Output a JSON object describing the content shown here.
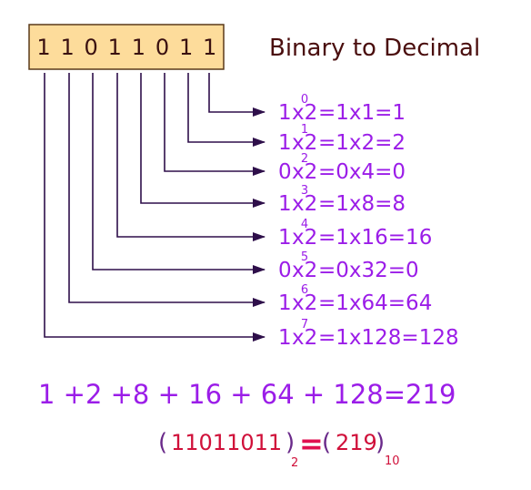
{
  "title": "Binary to Decimal",
  "bits": [
    "1",
    "1",
    "0",
    "1",
    "1",
    "0",
    "1",
    "1"
  ],
  "terms": [
    {
      "bit": "1",
      "base": "x2",
      "exp": "0",
      "rest": "1x1=1"
    },
    {
      "bit": "1",
      "base": "x2",
      "exp": "1",
      "rest": "1x2=2"
    },
    {
      "bit": "0",
      "base": "x2",
      "exp": "2",
      "rest": "0x4=0"
    },
    {
      "bit": "1",
      "base": "x2",
      "exp": "3",
      "rest": "1x8=8"
    },
    {
      "bit": "1",
      "base": "x2",
      "exp": "4",
      "rest": "1x16=16"
    },
    {
      "bit": "0",
      "base": "x2",
      "exp": "5",
      "rest": "0x32=0"
    },
    {
      "bit": "1",
      "base": "x2",
      "exp": "6",
      "rest": "1x64=64"
    },
    {
      "bit": "1",
      "base": "x2",
      "exp": "7",
      "rest": "1x128=128"
    }
  ],
  "sum": "1 +2 +8 + 16 + 64 + 128=219",
  "result": {
    "open_paren_1": "(",
    "binary": "11011011",
    "close_paren_1": ")",
    "binary_base": "2",
    "equals": "=",
    "open_paren_2": "(",
    "decimal": "219",
    "close_paren_2": ")",
    "decimal_base": "10"
  },
  "colors": {
    "box_fill": "#fddc9b",
    "term_text": "#9b1de8",
    "result_red": "#d0103a",
    "connector": "#2e0f4a",
    "title": "#4a0e0e"
  }
}
